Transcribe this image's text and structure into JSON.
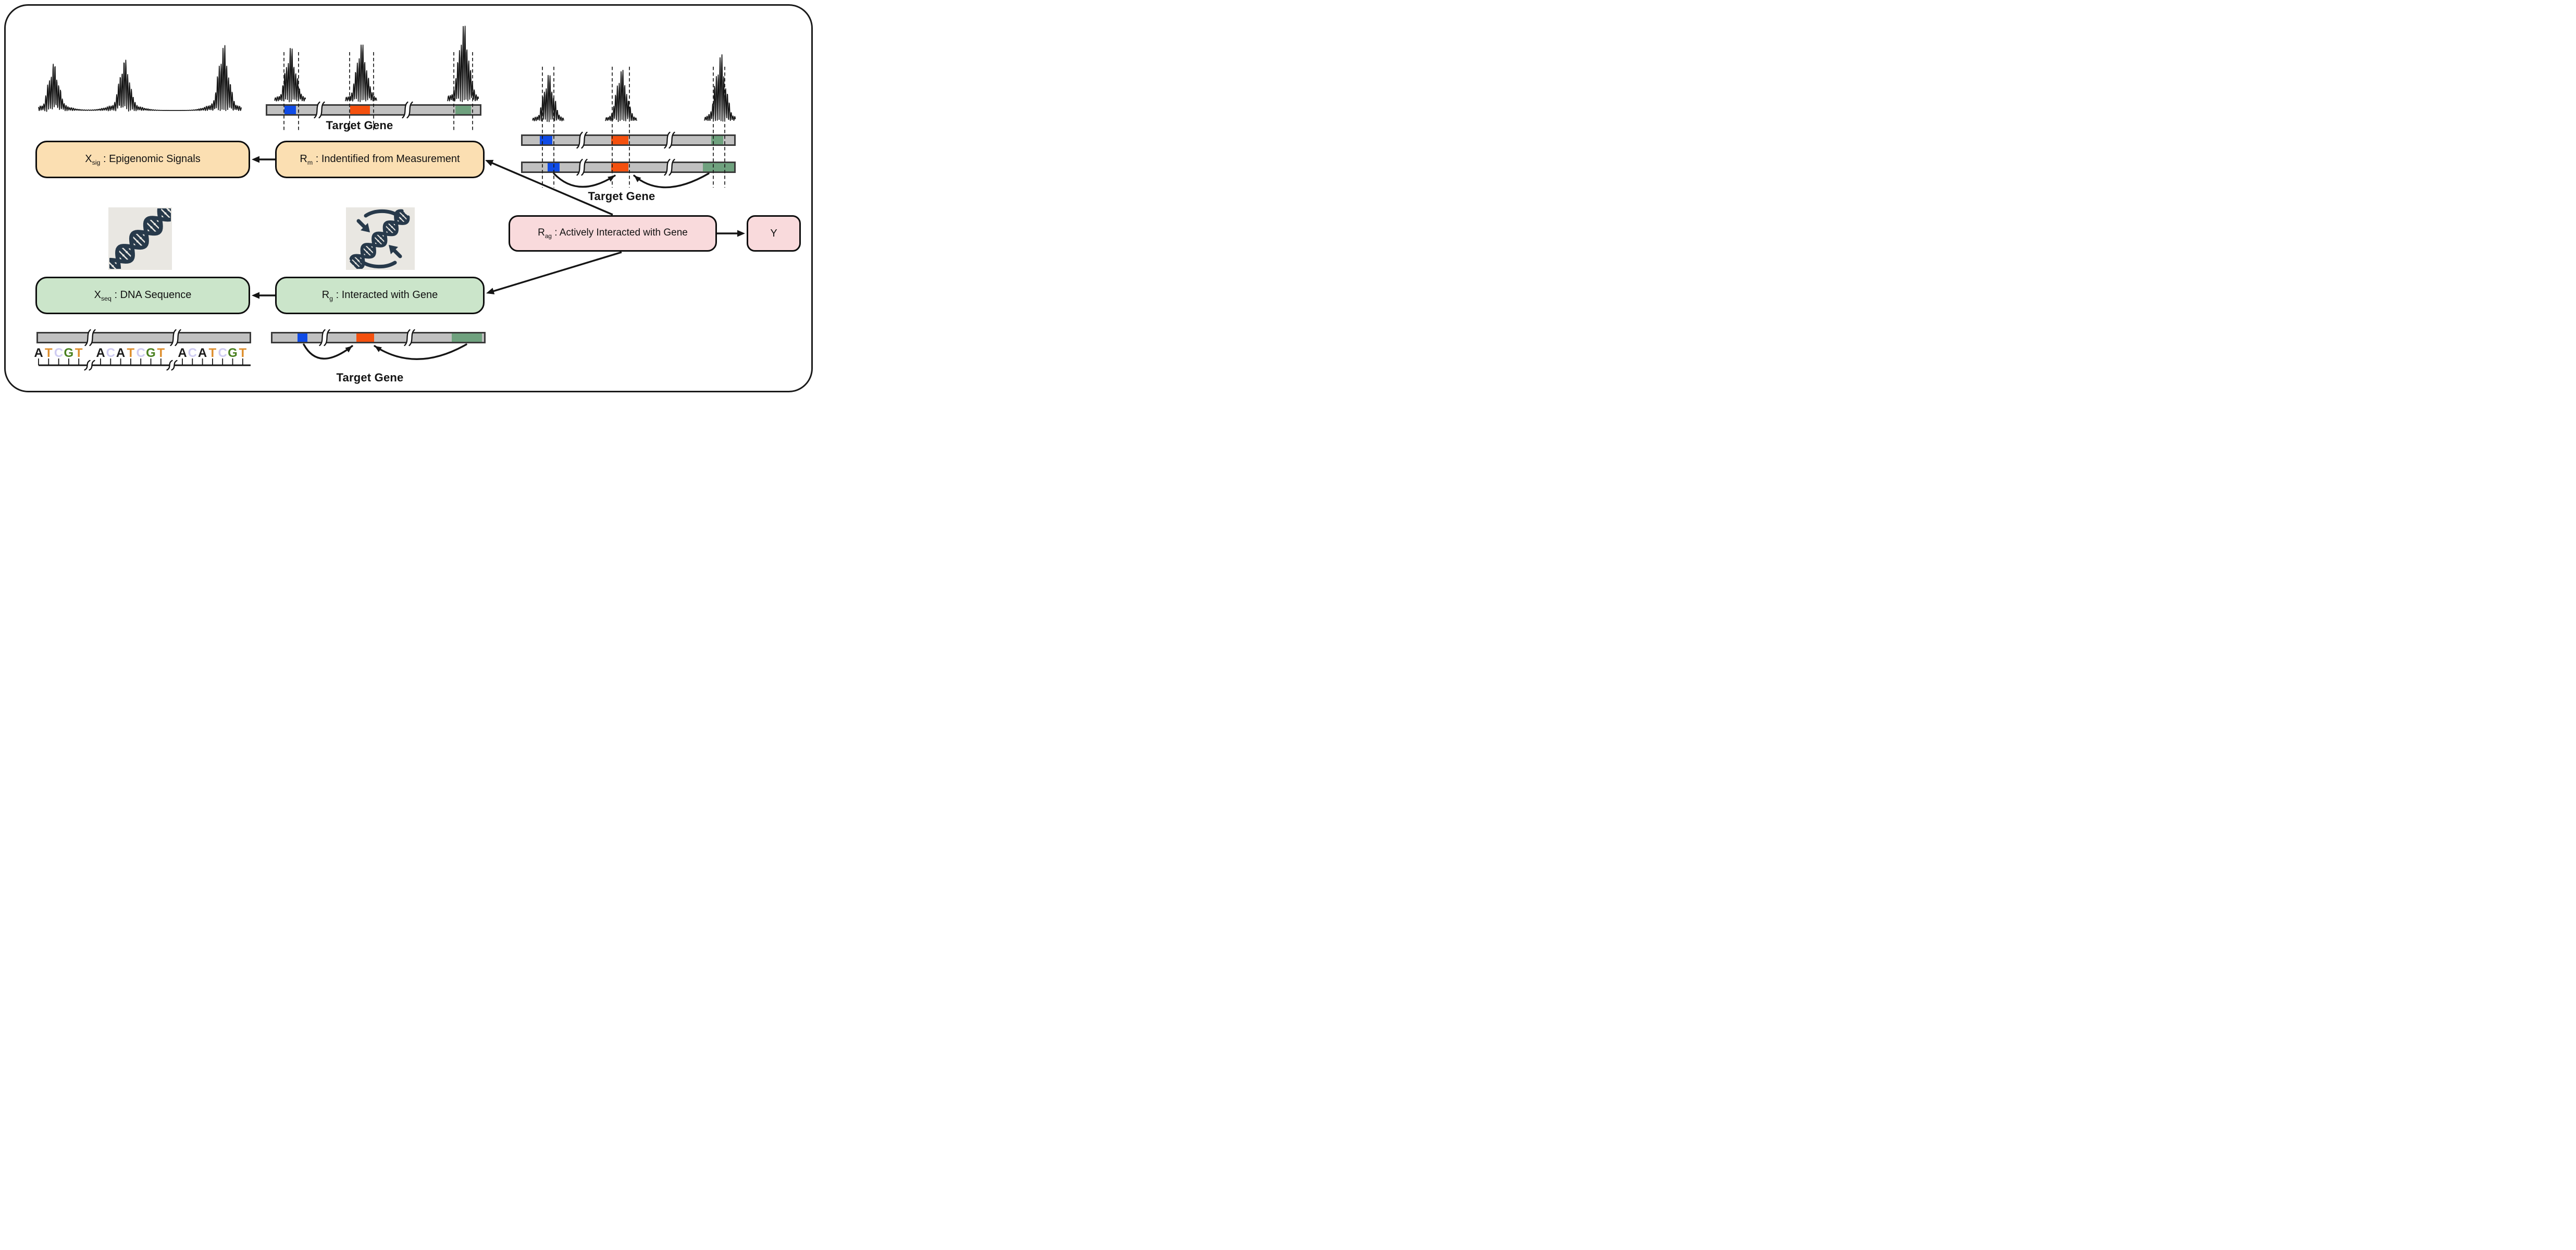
{
  "figure": {
    "background": "#FFFFFF",
    "frame_color": "#1A1A1A"
  },
  "boxes": {
    "x_sig": {
      "symbol": "X",
      "subscript": "sig",
      "rest": " : Epigenomic Signals",
      "fill": "#FBDFB2"
    },
    "r_m": {
      "symbol": "R",
      "subscript": "m",
      "rest": " : Indentified from Measurement",
      "fill": "#FBDFB2"
    },
    "r_ag": {
      "symbol": "R",
      "subscript": "ag",
      "rest": " : Actively Interacted with Gene",
      "fill": "#F9DADC"
    },
    "y_out": {
      "symbol": "Y",
      "subscript": "",
      "rest": "",
      "fill": "#F9DADC"
    },
    "x_seq": {
      "symbol": "X",
      "subscript": "seq",
      "rest": " : DNA Sequence",
      "fill": "#CBE5CA"
    },
    "r_g": {
      "symbol": "R",
      "subscript": "g",
      "rest": " : Interacted with Gene",
      "fill": "#CBE5CA"
    }
  },
  "labels": {
    "target_gene_top": "Target Gene",
    "target_gene_right": "Target Gene",
    "target_gene_bottom": "Target Gene"
  },
  "sequence": {
    "groups": [
      [
        "A",
        "T",
        "C",
        "G",
        "T"
      ],
      [
        "A",
        "C",
        "A",
        "T",
        "C",
        "G",
        "T"
      ],
      [
        "A",
        "C",
        "A",
        "T",
        "C",
        "G",
        "T"
      ]
    ],
    "letter_colors": {
      "A": "#1A1A1A",
      "T": "#DD8E2C",
      "C": "#CFCCF2",
      "G": "#49801F"
    }
  },
  "colors": {
    "track_fill": "#C0C0C0",
    "track_border": "#3A3A3A",
    "segment_blue": "#0F4BE6",
    "segment_orange": "#F4500E",
    "segment_green": "#6FA17E",
    "signal_stroke": "#151515",
    "arrow_stroke": "#151515",
    "dash_stroke": "#1A1A1A",
    "icon_background": "#E9E7E2",
    "icon_foreground": "#27394A"
  }
}
